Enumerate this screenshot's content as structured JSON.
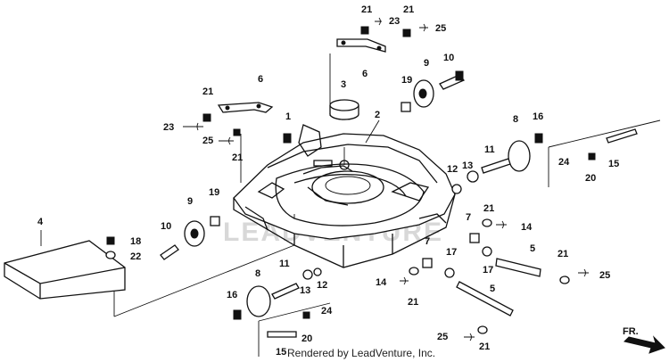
{
  "watermark": "LEADVENTURE",
  "footer": "Rendered by LeadVenture, Inc.",
  "direction_label": "FR.",
  "callouts": {
    "c1": "21",
    "c2": "23",
    "c3": "21",
    "c4": "25",
    "c5": "6",
    "c6": "10",
    "c7": "9",
    "c8": "19",
    "c9": "3",
    "c10": "6",
    "c11": "21",
    "c12": "23",
    "c13": "25",
    "c14": "21",
    "c15": "1",
    "c16": "2",
    "c17": "8",
    "c18": "16",
    "c19": "11",
    "c20": "13",
    "c21": "12",
    "c22": "24",
    "c23": "20",
    "c24": "15",
    "c25": "9",
    "c26": "19",
    "c27": "10",
    "c28": "4",
    "c29": "18",
    "c30": "22",
    "c31": "7",
    "c32": "21",
    "c33": "14",
    "c34": "7",
    "c35": "17",
    "c36": "5",
    "c37": "21",
    "c38": "25",
    "c39": "17",
    "c40": "8",
    "c41": "11",
    "c42": "13",
    "c43": "12",
    "c44": "16",
    "c45": "24",
    "c46": "20",
    "c47": "15",
    "c48": "14",
    "c49": "21",
    "c50": "5",
    "c51": "25",
    "c52": "21"
  }
}
